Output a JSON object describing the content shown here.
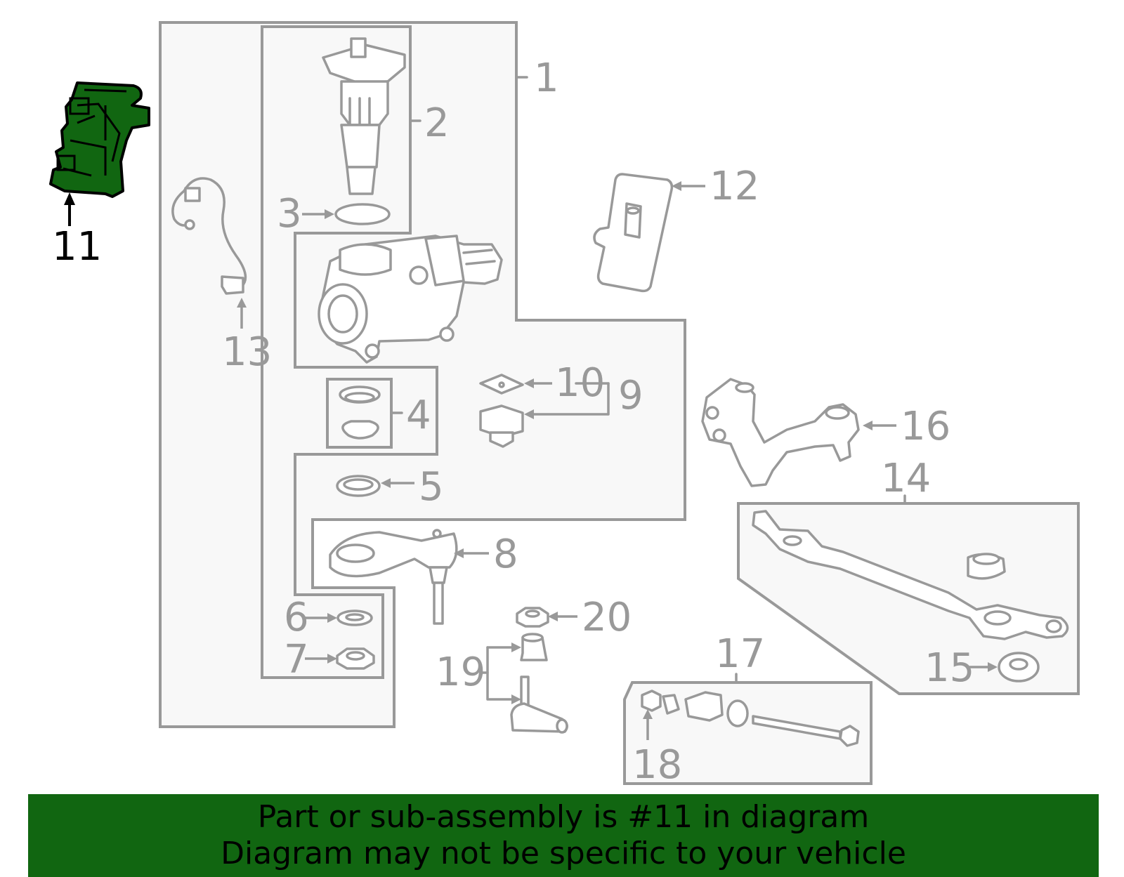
{
  "callouts": {
    "c1": "1",
    "c2": "2",
    "c3": "3",
    "c4": "4",
    "c5": "5",
    "c6": "6",
    "c7": "7",
    "c8": "8",
    "c9": "9",
    "c10": "10",
    "c11": "11",
    "c12": "12",
    "c13": "13",
    "c14": "14",
    "c15": "15",
    "c16": "16",
    "c17": "17",
    "c18": "18",
    "c19": "19",
    "c20": "20"
  },
  "highlight_color": "#116611",
  "line_color": "#999999",
  "banner": {
    "line1": "Part or sub-assembly is #11 in diagram",
    "line2": "Diagram may not be specific to your vehicle"
  }
}
